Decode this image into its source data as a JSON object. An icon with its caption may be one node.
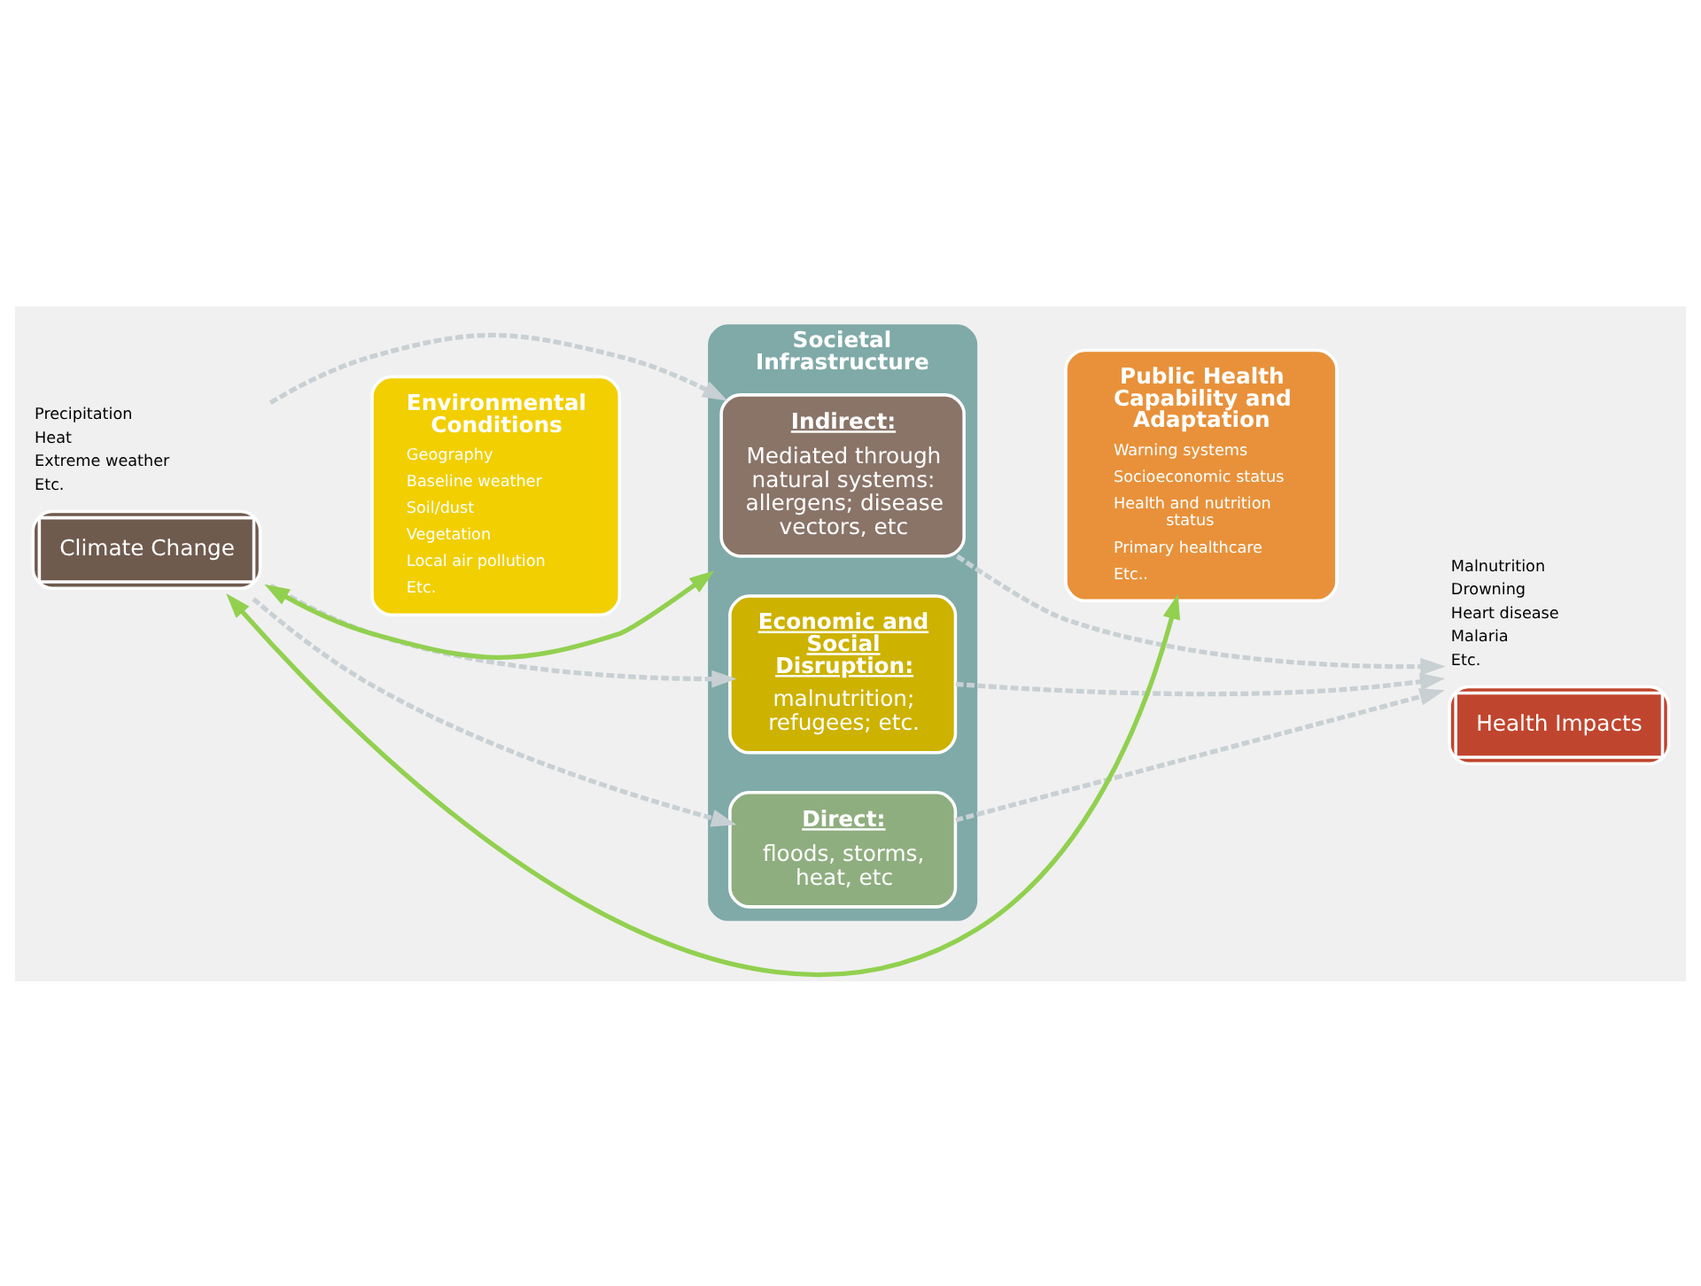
{
  "diagram": {
    "nodes": [
      {
        "text": [
          "Climate Change"
        ],
        "beside": [
          "Precipitation",
          "Heat",
          "Extreme weather",
          "Etc."
        ]
      },
      {
        "text": [
          "Environmental Conditions",
          "Geography",
          "Baseline weather",
          "Soil/dust",
          "Vegetation",
          "Local air pollution",
          "Etc."
        ]
      },
      {
        "text": [
          "Societal Infrastructure"
        ]
      },
      {
        "text": [
          "Direct:",
          "floods, storms, heat, etc"
        ],
        "in": 2
      },
      {
        "text": [
          "Indirect:",
          "Mediated through natural systems: allergens; disease vectors, etc"
        ],
        "in": 2
      },
      {
        "text": [
          "Economic and Social Disruption:",
          "malnutrition; refugees; etc."
        ],
        "in": 2
      },
      {
        "text": [
          "Public Health Capability and Adaptation",
          "Warning systems",
          "Socioeconomic status",
          "Health and nutrition status",
          "Primary healthcare",
          "Etc.."
        ]
      },
      {
        "text": [
          "Health Impacts"
        ],
        "beside": [
          "Malnutrition",
          "Drowning",
          "Heart disease",
          "Malaria",
          "Etc."
        ]
      }
    ],
    "edges": [
      {
        "from": 0,
        "to": 3,
        "arrow": "to",
        "style": "dashed"
      },
      {
        "from": 0,
        "to": 4,
        "arrow": "to",
        "style": "dashed"
      },
      {
        "from": 0,
        "to": 5,
        "arrow": "to",
        "style": "dashed"
      },
      {
        "from": 3,
        "to": 7,
        "arrow": "to",
        "style": "dashed"
      },
      {
        "from": 4,
        "to": 7,
        "arrow": "to",
        "style": "dashed"
      },
      {
        "from": 5,
        "to": 7,
        "arrow": "to",
        "style": "dashed"
      },
      {
        "from": 2,
        "to": 0,
        "arrow": "both",
        "color": "#92d050"
      },
      {
        "from": 6,
        "to": 0,
        "arrow": "both",
        "color": "#92d050"
      }
    ]
  }
}
